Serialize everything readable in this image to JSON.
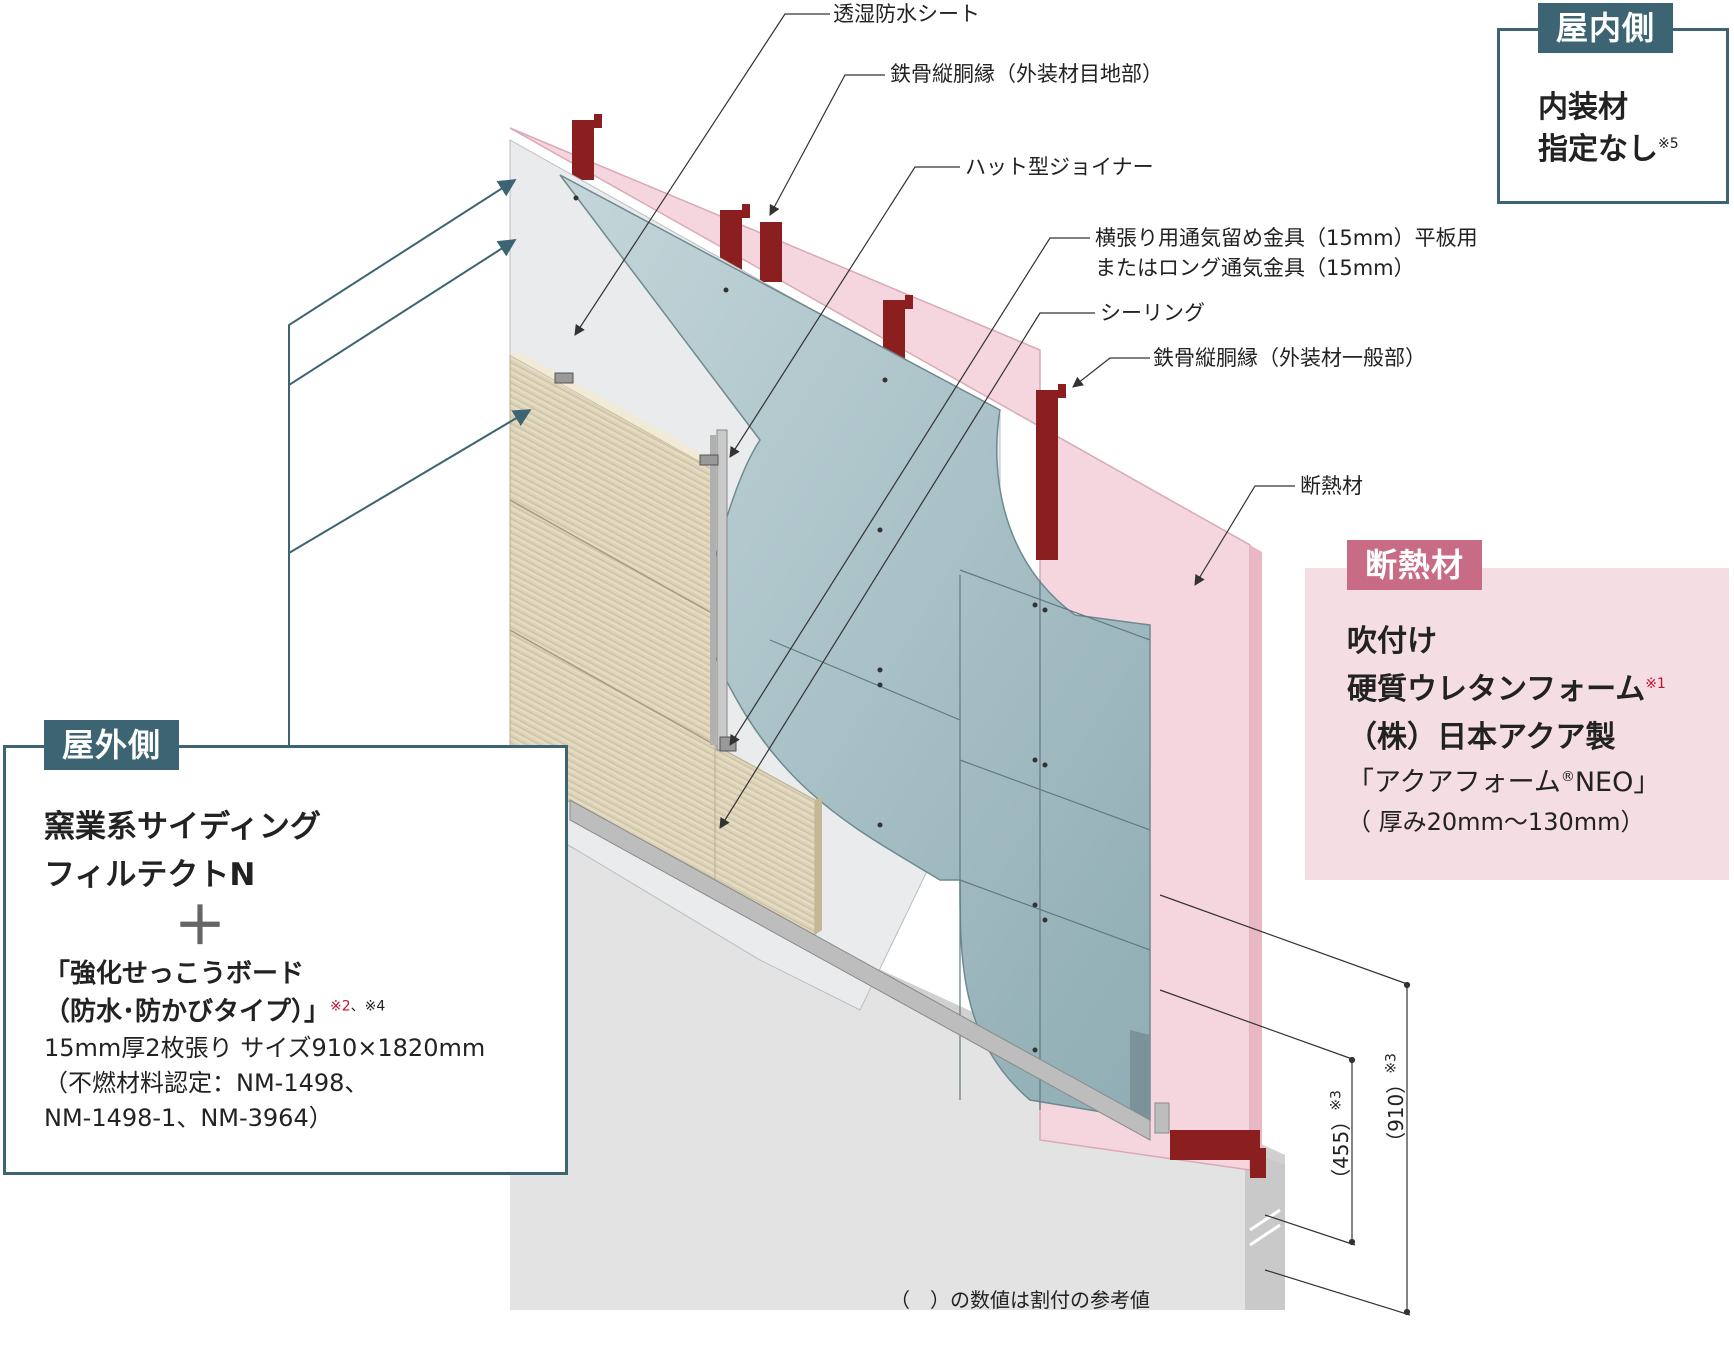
{
  "colors": {
    "outer_box_border": "#3d6473",
    "tag_blue": "#3d6473",
    "insul_tag": "#c86b84",
    "insul_box_bg": "#f4dde3",
    "steel_stud": "#8b1e1e",
    "gypsum_board": "#a9c2c8",
    "insulation": "#f6d6de",
    "siding": "#ddd3b8",
    "foundation": "#e2e2e2",
    "note_red": "#c8102e"
  },
  "callouts": {
    "c1": "透湿防水シート",
    "c2": "鉄骨縦胴縁（外装材目地部）",
    "c3": "ハット型ジョイナー",
    "c4a": "横張り用通気留め金具（15mm）平板用",
    "c4b": "またはロング通気金具（15mm）",
    "c5": "シーリング",
    "c6": "鉄骨縦胴縁（外装材一般部）",
    "c7": "断熱材"
  },
  "indoor": {
    "tag": "屋内側",
    "line1": "内装材",
    "line2": "指定なし",
    "note": "※5"
  },
  "insulation": {
    "tag": "断熱材",
    "line1": "吹付け",
    "line2": "硬質ウレタンフォーム",
    "note1": "※1",
    "line3": "（株）日本アクア製",
    "line4a": "「アクアフォーム",
    "line4reg": "®",
    "line4b": "NEO」",
    "line5": "（ 厚み20mm〜130mm）"
  },
  "outdoor": {
    "tag": "屋外側",
    "line1": "窯業系サイディング",
    "line2": "フィルテクトN",
    "plus": "＋",
    "line3": "「強化せっこうボード",
    "line4": "（防水･防かびタイプ）」",
    "note2": "※2",
    "sep": "、",
    "note4": "※4",
    "line5": "15mm厚2枚張り  サイズ910×1820mm",
    "line6": "（不燃材料認定：NM-1498、",
    "line7": "NM-1498-1、NM-3964）"
  },
  "dimensions": {
    "d455": "（455）",
    "d910": "（910）",
    "note3": "※3"
  },
  "footnote": "（　）の数値は割付の参考値"
}
